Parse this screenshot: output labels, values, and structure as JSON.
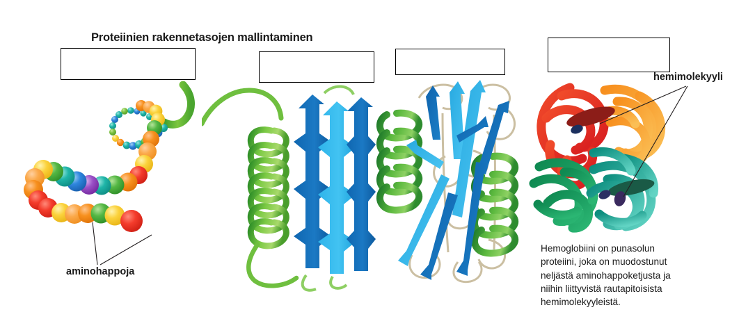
{
  "title": "Proteiinien rakennetasojen mallintaminen",
  "answer_boxes": [
    {
      "name": "answer-box-1",
      "value": ""
    },
    {
      "name": "answer-box-2",
      "value": ""
    },
    {
      "name": "answer-box-3",
      "value": ""
    },
    {
      "name": "answer-box-4",
      "value": ""
    }
  ],
  "labels": {
    "aminohappoja": "aminohappoja",
    "hemimolekyyli": "hemimolekyyli"
  },
  "description": "Hemoglobiini on punasolun proteiini, joka on muodostunut neljästä aminohappoketjusta ja niihin liittyvistä rautapitoisista hemimolekyyleistä.",
  "figures": {
    "primary": {
      "name": "primary-structure-bead-chain",
      "description": "amino acid bead chain",
      "bead_colors": [
        "#f15a29",
        "#ee2a24",
        "#f7941e",
        "#fbb040",
        "#fdd835",
        "#4caf3f",
        "#fdd835",
        "#ef4136",
        "#f7941e",
        "#ee3124",
        "#f9a825",
        "#f5e33c",
        "#4bb74a",
        "#1fb5a8",
        "#2e86de",
        "#9b51c7",
        "#17b3a3",
        "#4cb848",
        "#f7941e",
        "#ee3124",
        "#fdd835",
        "#f7941e",
        "#4cb848",
        "#2aa8c9",
        "#3aa3dc"
      ]
    },
    "secondary": {
      "name": "secondary-structure",
      "helix_color": "#5cb531",
      "sheet_colors": [
        "#1b75bb",
        "#2ba6e0",
        "#0f6db5"
      ],
      "loop_color": "#7fbf4d"
    },
    "tertiary": {
      "name": "tertiary-structure",
      "helix_color": "#4aa93b",
      "strand_colors": [
        "#1b75bb",
        "#29abe2"
      ],
      "loop_color": "#cbbfa2"
    },
    "quaternary": {
      "name": "quaternary-structure-hemoglobin",
      "subunit_colors": [
        "#e8332a",
        "#f7941e",
        "#1a9e6e",
        "#1fb3a6"
      ],
      "heme_colors": [
        "#8c1d18",
        "#1b2f5e"
      ]
    }
  },
  "colors": {
    "ink": "#1a1a1a",
    "box_border": "#000000",
    "background": "#ffffff",
    "leader_line": "#231f20"
  }
}
